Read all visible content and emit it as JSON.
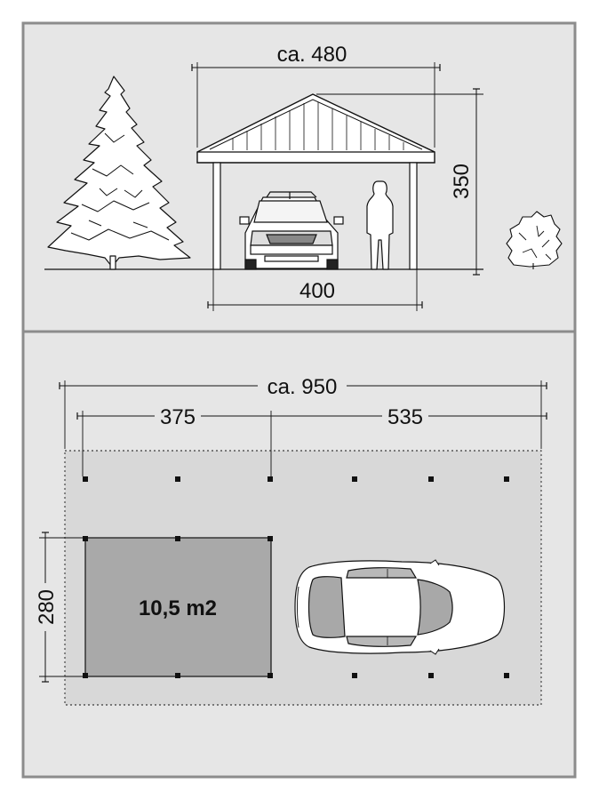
{
  "colors": {
    "panel_background": "#e6e6e6",
    "panel_border": "#8c8c8c",
    "ground_plot": "#d8d8d8",
    "roof_footprint": "#a9a9a9",
    "line": "#111111"
  },
  "elevation": {
    "dim_roof_width": "ca. 480",
    "dim_height": "350",
    "dim_post_span": "400"
  },
  "plan": {
    "dim_total_length": "ca. 950",
    "dim_carport_length": "375",
    "dim_remaining_length": "535",
    "dim_width": "280",
    "area_label": "10,5 m2"
  }
}
